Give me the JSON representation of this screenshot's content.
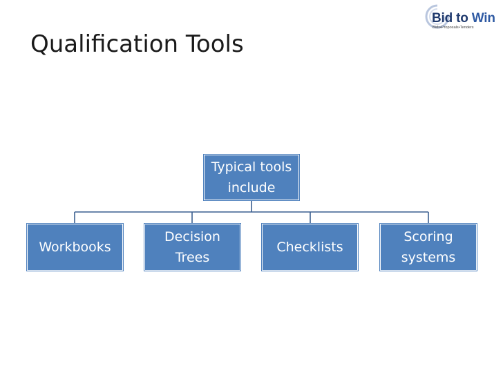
{
  "slide": {
    "title": "Qualification Tools"
  },
  "logo": {
    "word1": "Bid to",
    "word2": "Win",
    "tagline": "Bids•Proposals•Tenders",
    "colors": {
      "dark": "#203a6e",
      "light": "#2f5aa3"
    }
  },
  "diagram": {
    "root": {
      "line1": "Typical tools",
      "line2": "include"
    },
    "children": [
      {
        "line1": "Workbooks",
        "line2": ""
      },
      {
        "line1": "Decision",
        "line2": "Trees"
      },
      {
        "line1": "Checklists",
        "line2": ""
      },
      {
        "line1": "Scoring",
        "line2": "systems"
      }
    ],
    "colors": {
      "box_fill": "#4f81bd",
      "box_text": "#ffffff",
      "connector": "#3a5f8f"
    }
  }
}
